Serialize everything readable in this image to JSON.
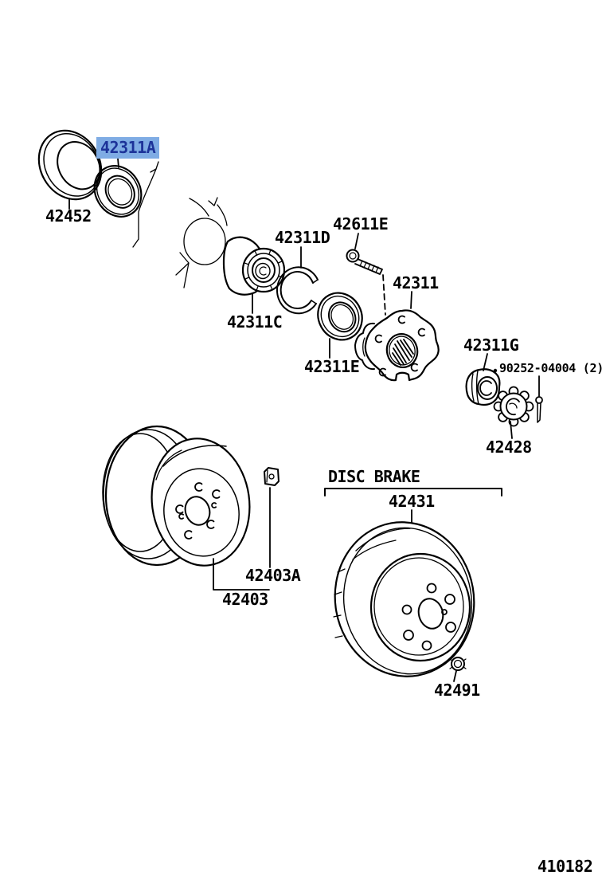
{
  "figure": {
    "number": "410182"
  },
  "diagram": {
    "section_header": "DISC BRAKE",
    "selected_part": "42311A"
  },
  "callouts": {
    "c42452": "42452",
    "c42311A": "42311A",
    "c42311C": "42311C",
    "c42311D": "42311D",
    "c42311E": "42311E",
    "c42611E": "42611E",
    "c42311": "42311",
    "c42311G": "42311G",
    "c90252": "90252-04004 (2)",
    "c42428": "42428",
    "c42431": "42431",
    "c42403A": "42403A",
    "c42403": "42403",
    "c42491": "42491"
  },
  "colors": {
    "highlight_bg": "#7FACE4",
    "highlight_text": "#1D3399",
    "line": "#000000",
    "background": "#FFFFFF"
  }
}
